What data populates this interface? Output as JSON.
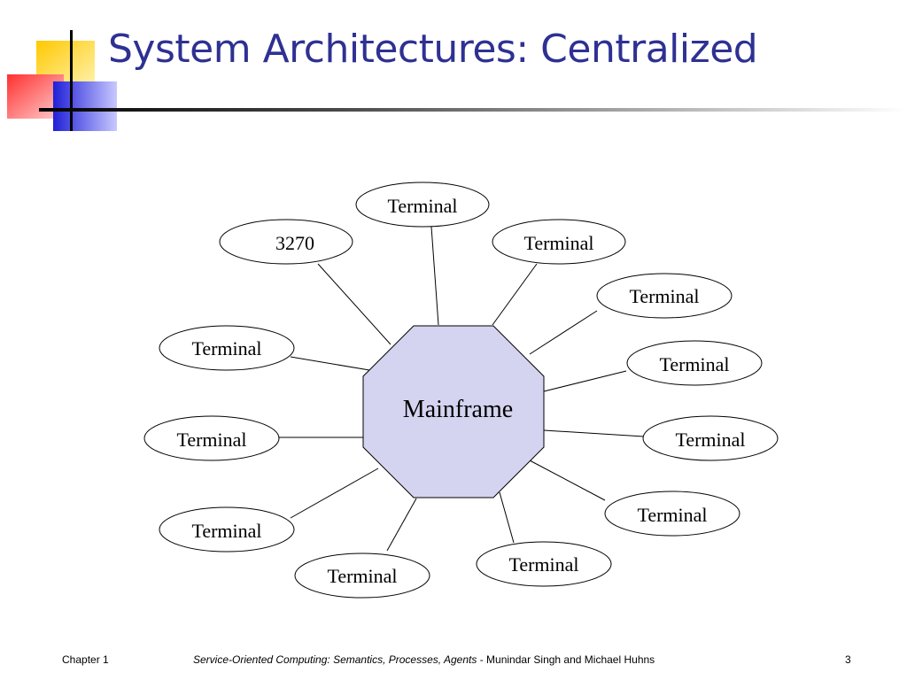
{
  "slide": {
    "title": "System Architectures: Centralized"
  },
  "diagram": {
    "center": {
      "label": "Mainframe",
      "fill": "#d4d4f0"
    },
    "nodes": [
      {
        "id": "terminal-top",
        "label": "Terminal"
      },
      {
        "id": "node-3270",
        "label": "3270"
      },
      {
        "id": "terminal-top-right",
        "label": "Terminal"
      },
      {
        "id": "terminal-right-upper",
        "label": "Terminal"
      },
      {
        "id": "terminal-left-upper",
        "label": "Terminal"
      },
      {
        "id": "terminal-right-middle",
        "label": "Terminal"
      },
      {
        "id": "terminal-left-middle",
        "label": "Terminal"
      },
      {
        "id": "terminal-right-lower",
        "label": "Terminal"
      },
      {
        "id": "terminal-bottom-right-outer",
        "label": "Terminal"
      },
      {
        "id": "terminal-left-lower",
        "label": "Terminal"
      },
      {
        "id": "terminal-bottom-right",
        "label": "Terminal"
      },
      {
        "id": "terminal-bottom-left",
        "label": "Terminal"
      }
    ]
  },
  "footer": {
    "chapter": "Chapter 1",
    "book_title": "Service-Oriented Computing: Semantics, Processes, Agents",
    "separator": " - ",
    "authors": "Munindar Singh and Michael Huhns",
    "page_number": "3"
  },
  "colors": {
    "title": "#2e3192",
    "accent_yellow": "#ffd200",
    "accent_red": "#ff4040",
    "accent_blue": "#2b2bd6"
  }
}
